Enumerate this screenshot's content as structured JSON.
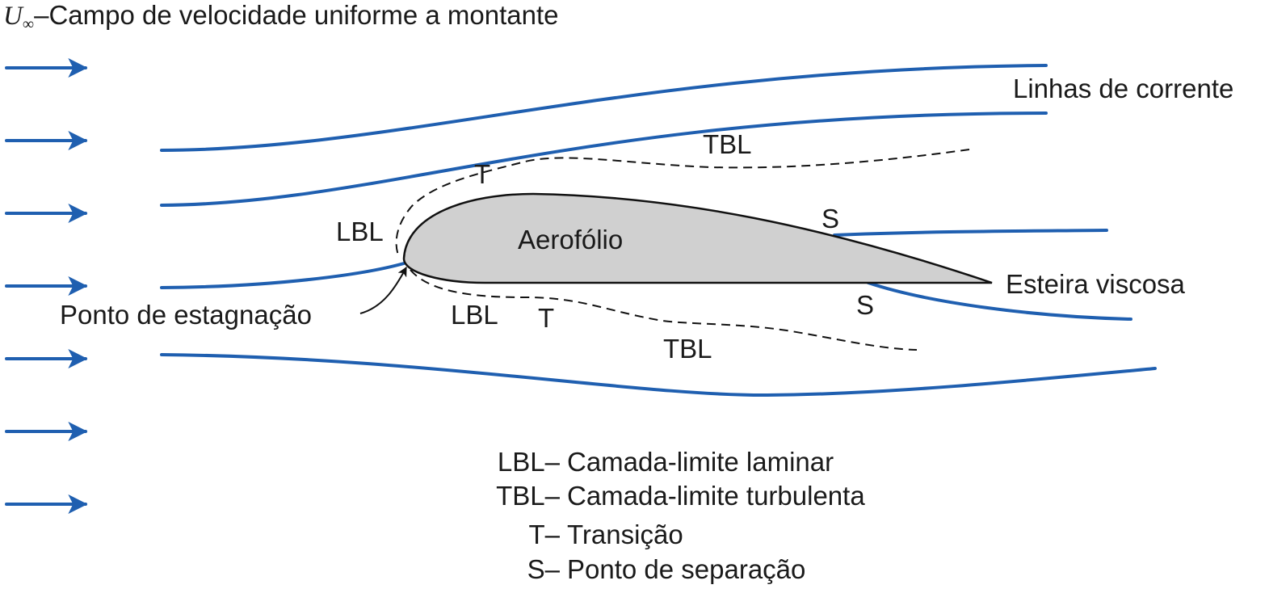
{
  "title": {
    "symbol": "U",
    "subscript": "∞",
    "text": "–Campo de velocidade uniforme a montante"
  },
  "labels": {
    "streamlines": "Linhas de corrente",
    "airfoil": "Aerofólio",
    "wake": "Esteira viscosa",
    "stagnation": "Ponto de estagnação",
    "tbl_upper": "TBL",
    "t_upper": "T",
    "lbl_upper": "LBL",
    "s_upper": "S",
    "lbl_lower": "LBL",
    "t_lower": "T",
    "tbl_lower": "TBL",
    "s_lower": "S"
  },
  "legend": [
    {
      "abbr": "LBL–",
      "text": "Camada-limite laminar"
    },
    {
      "abbr": "TBL–",
      "text": "Camada-limite turbulenta"
    },
    {
      "abbr": "T–",
      "text": "Transição"
    },
    {
      "abbr": "S–",
      "text": "Ponto de separação"
    }
  ],
  "colors": {
    "streamline": "#1f5fb0",
    "airfoil_fill": "#d0d0d0",
    "outline": "#111111"
  }
}
